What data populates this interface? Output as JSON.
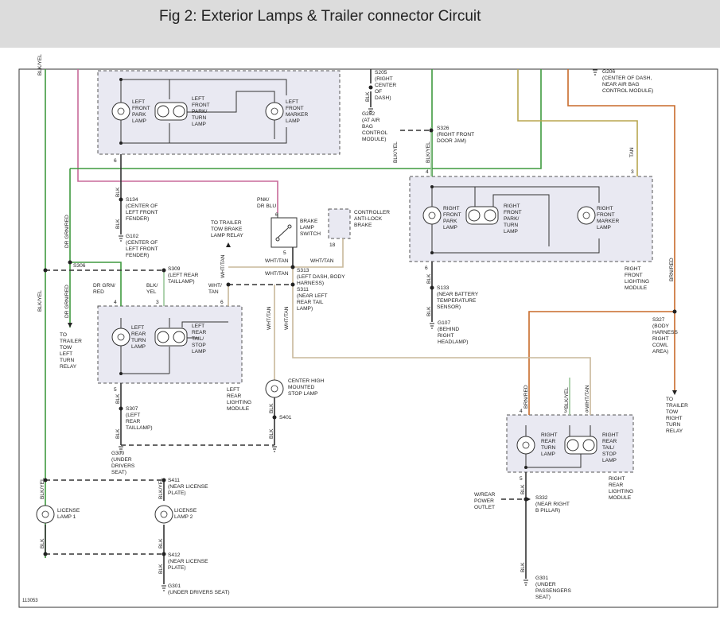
{
  "header": {
    "title": "Fig 2: Exterior Lamps & Trailer connector Circuit"
  },
  "figure_id": "113053",
  "wire_labels": {
    "blk_yel": "BLK/YEL",
    "blk": "BLK",
    "dr_grn_red": "DR GRN/RED",
    "dr_grn_red_2": "DR GRN/\nRED",
    "blk_yel_2": "BLK/\nYEL",
    "pnk_dr_blu": "PNK/\nDR BLU",
    "wht_tan": "WHT/TAN",
    "wht_tan_2": "WHT/\nTAN",
    "tan": "TAN",
    "brn_red": "BRN/RED"
  },
  "lamps": {
    "lf_park": "LEFT\nFRONT\nPARK\nLAMP",
    "lf_park_turn": "LEFT\nFRONT\nPARK/\nTURN\nLAMP",
    "lf_marker": "LEFT\nFRONT\nMARKER\nLAMP",
    "rf_park": "RIGHT\nFRONT\nPARK\nLAMP",
    "rf_park_turn": "RIGHT\nFRONT\nPARK/\nTURN\nLAMP",
    "rf_marker": "RIGHT\nFRONT\nMARKER\nLAMP",
    "lr_turn": "LEFT\nREAR\nTURN\nLAMP",
    "lr_tail_stop": "LEFT\nREAR\nTAIL/\nSTOP\nLAMP",
    "rr_turn": "RIGHT\nREAR\nTURN\nLAMP",
    "rr_tail_stop": "RIGHT\nREAR\nTAIL/\nSTOP\nLAMP",
    "chmsl": "CENTER HIGH\nMOUNTED\nSTOP LAMP",
    "license1": "LICENSE\nLAMP 1",
    "license2": "LICENSE\nLAMP 2"
  },
  "modules": {
    "rf_lighting": "RIGHT\nFRONT\nLIGHTING\nMODULE",
    "lr_lighting": "LEFT\nREAR\nLIGHTING\nMODULE",
    "rr_lighting": "RIGHT\nREAR\nLIGHTING\nMODULE",
    "brake_switch": "BRAKE\nLAMP\nSWITCH",
    "abs": "CONTROLLER\nANTI-LOCK\nBRAKE"
  },
  "splices": {
    "s205": "S205\n(RIGHT\nCENTER\nOF\nDASH)",
    "s326": "S326\n(RIGHT FRONT\nDOOR JAM)",
    "s134": "S134\n(CENTER OF\nLEFT FRONT\nFENDER)",
    "s306": "S306",
    "s309": "S309\n(LEFT REAR\nTAILLAMP)",
    "s313": "S313\n(LEFT DASH, BODY\nHARNESS)",
    "s311": "S311\n(NEAR LEFT\nREAR TAIL\nLAMP)",
    "s307": "S307\n(LEFT\nREAR\nTAILLAMP)",
    "s401": "S401",
    "s411": "S411\n(NEAR LICENSE\nPLATE)",
    "s412": "S412\n(NEAR LICENSE\nPLATE)",
    "s327": "S327\n(BODY\nHARNESS\nRIGHT\nCOWL\nAREA)",
    "s133": "S133\n(NEAR BATTERY\nTEMPERATURE\nSENSOR)",
    "s332": "S332\n(NEAR RIGHT\nB PILLAR)"
  },
  "grounds": {
    "g206": "G206\n(CENTER OF DASH,\nNEAR AIR BAG\nCONTROL MODULE)",
    "g202": "G202\n(AT AIR\nBAG\nCONTROL\nMODULE)",
    "g102": "G102\n(CENTER OF\nLEFT FRONT\nFENDER)",
    "g107": "G107\n(BEHIND\nRIGHT\nHEADLAMP)",
    "g300": "G300\n(UNDER\nDRIVERS\nSEAT)",
    "g301_left": "G301\n(UNDER DRIVERS SEAT)",
    "g301_right": "G301\n(UNDER\nPASSENGERS\nSEAT)"
  },
  "destinations": {
    "trailer_left_turn": "TO\nTRAILER\nTOW\nLEFT\nTURN\nRELAY",
    "trailer_brake": "TO TRAILER\nTOW BRAKE\nLAMP RELAY",
    "trailer_right_turn": "TO\nTRAILER\nTOW\nRIGHT\nTURN\nRELAY",
    "rear_power_outlet": "W/REAR\nPOWER\nOUTLET"
  },
  "pins": {
    "p3": "3",
    "p4": "4",
    "p5": "5",
    "p6": "6",
    "p18": "18"
  }
}
